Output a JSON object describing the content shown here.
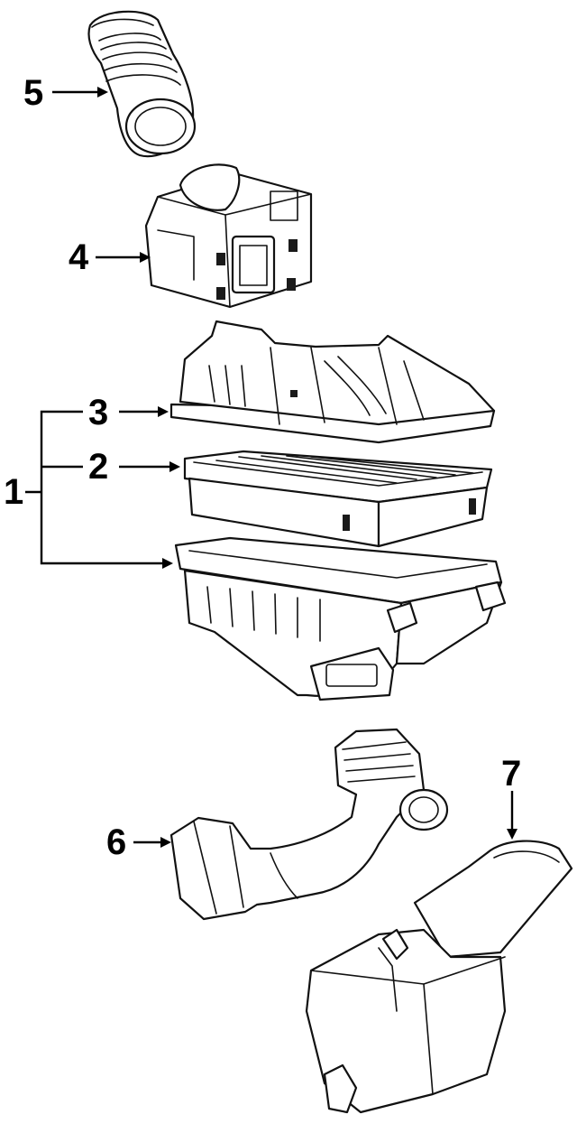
{
  "diagram": {
    "callouts": [
      {
        "id": "1",
        "label": "1"
      },
      {
        "id": "2",
        "label": "2"
      },
      {
        "id": "3",
        "label": "3"
      },
      {
        "id": "4",
        "label": "4"
      },
      {
        "id": "5",
        "label": "5"
      },
      {
        "id": "6",
        "label": "6"
      },
      {
        "id": "7",
        "label": "7"
      }
    ],
    "line_color": "#111111",
    "background_color": "#ffffff"
  }
}
